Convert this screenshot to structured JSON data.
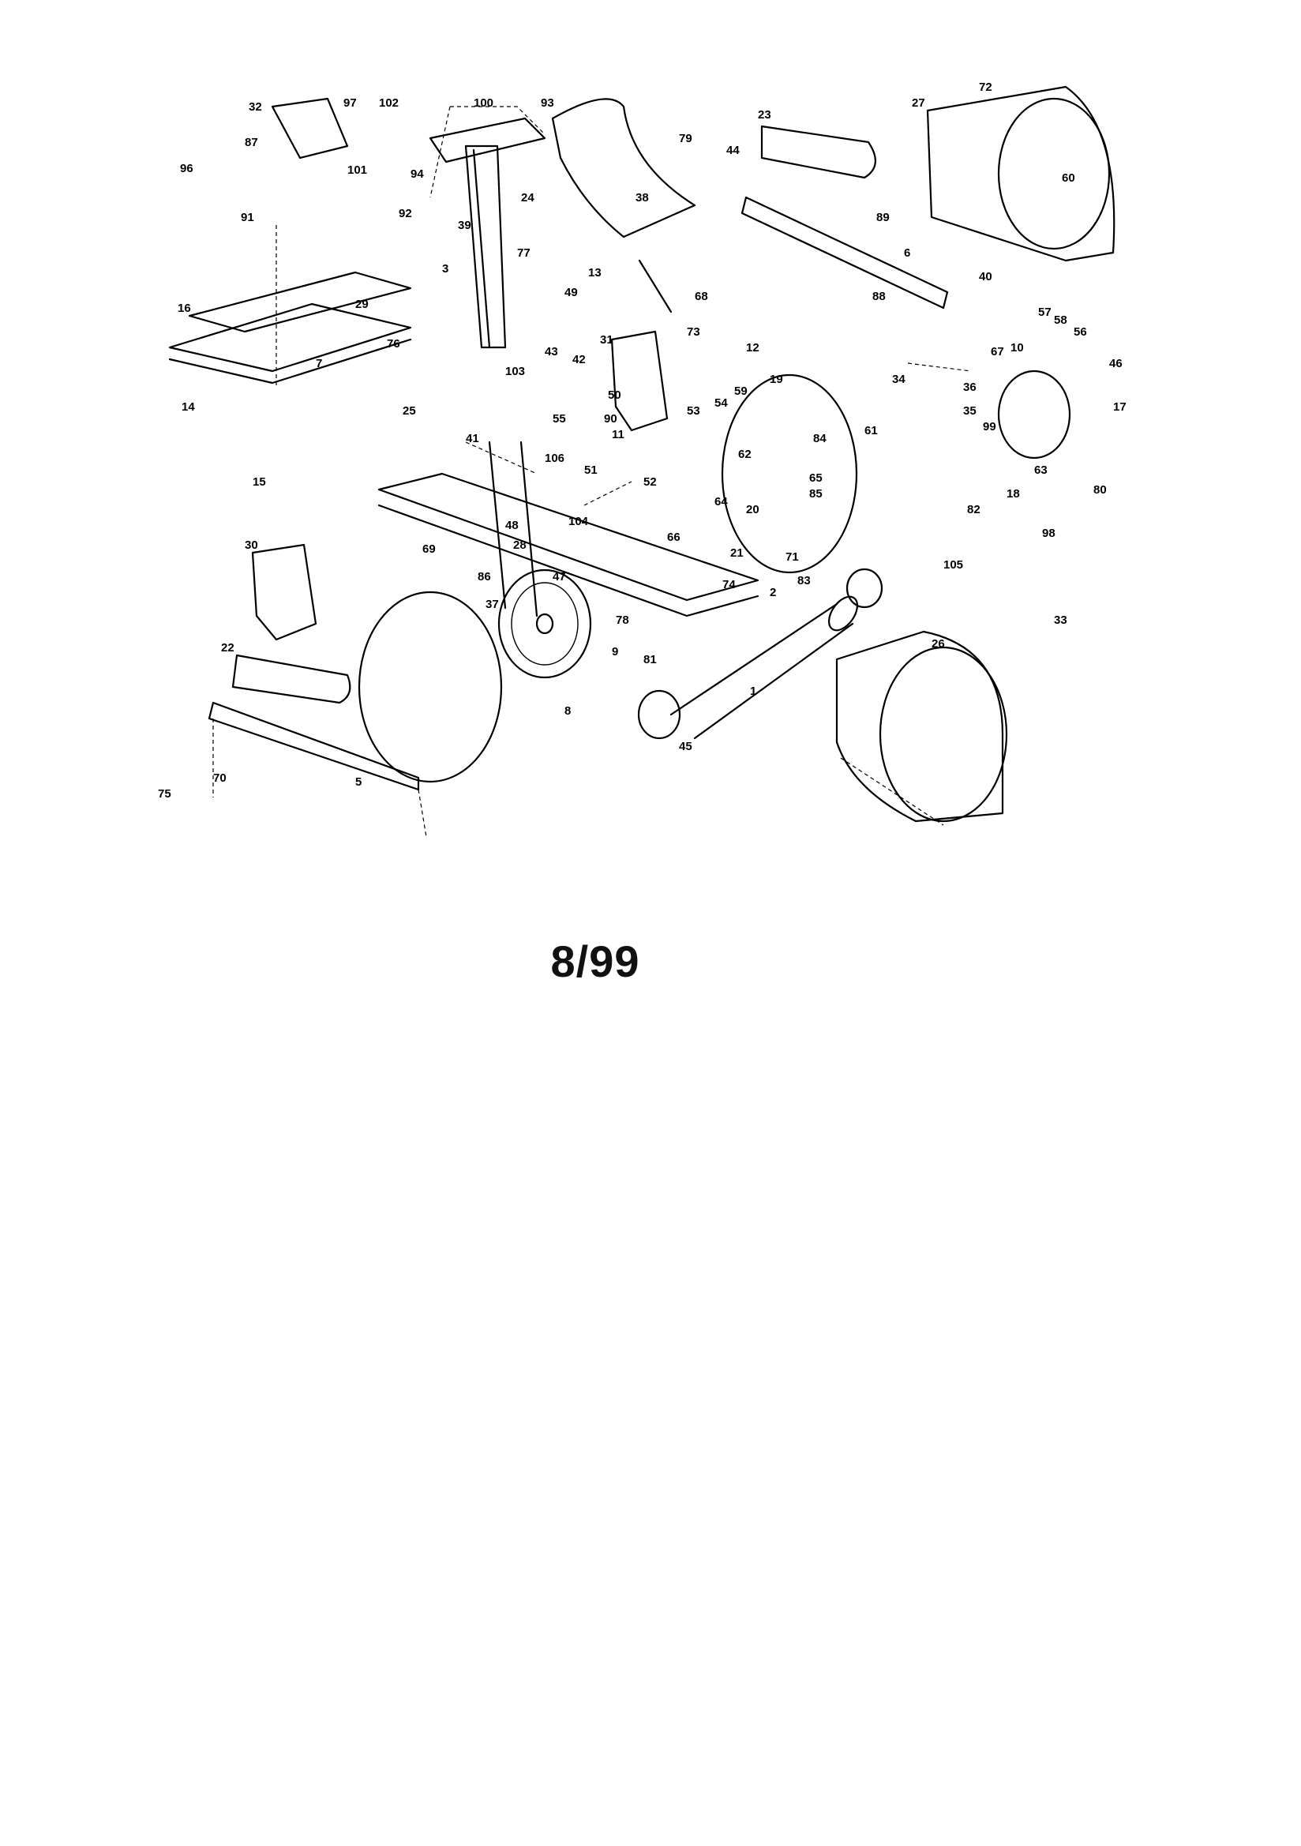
{
  "diagram": {
    "part_numbers": [
      "1",
      "2",
      "3",
      "5",
      "6",
      "7",
      "8",
      "9",
      "10",
      "11",
      "12",
      "13",
      "14",
      "15",
      "16",
      "17",
      "18",
      "19",
      "20",
      "21",
      "22",
      "23",
      "24",
      "25",
      "26",
      "27",
      "28",
      "29",
      "30",
      "31",
      "32",
      "33",
      "34",
      "35",
      "36",
      "37",
      "38",
      "39",
      "40",
      "41",
      "42",
      "43",
      "44",
      "45",
      "46",
      "47",
      "48",
      "49",
      "50",
      "51",
      "52",
      "53",
      "54",
      "55",
      "56",
      "57",
      "58",
      "59",
      "60",
      "61",
      "62",
      "63",
      "64",
      "65",
      "66",
      "67",
      "68",
      "69",
      "70",
      "71",
      "72",
      "73",
      "74",
      "75",
      "76",
      "77",
      "78",
      "79",
      "80",
      "81",
      "82",
      "83",
      "84",
      "85",
      "86",
      "87",
      "88",
      "89",
      "90",
      "91",
      "92",
      "93",
      "94",
      "96",
      "97",
      "98",
      "99",
      "100",
      "101",
      "102",
      "103",
      "104",
      "105",
      "106"
    ]
  },
  "footer": {
    "date_code": "8/99"
  }
}
